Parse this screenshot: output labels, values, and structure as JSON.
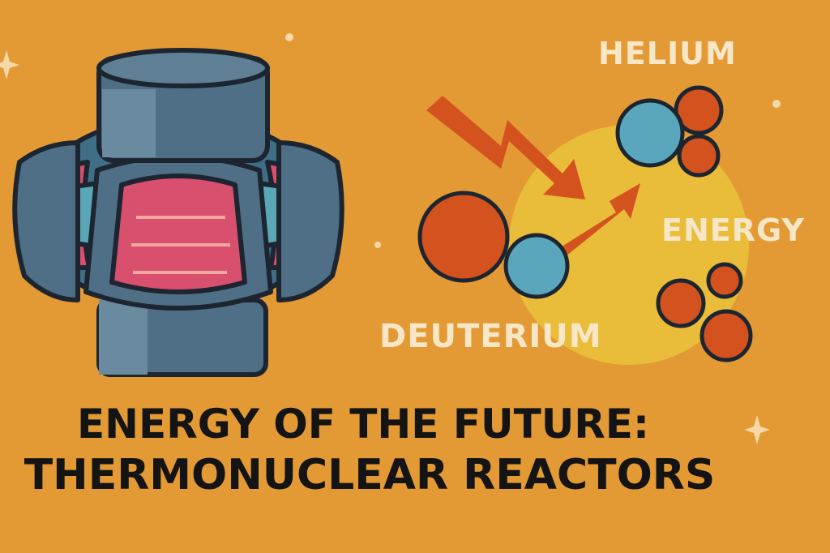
{
  "labels": {
    "helium": "HELIUM",
    "energy": "ENERGY",
    "deuterium": "DEUTERIUM"
  },
  "title": {
    "line1": "ENERGY OF THE FUTURE:",
    "line2": "THERMONUCLEAR REACTORS"
  },
  "colors": {
    "background": "#e39a35",
    "reactor_steel": "#4f6f86",
    "reactor_blue": "#5aa7b8",
    "reactor_pink": "#d94f6e",
    "particle_red": "#d4521e",
    "particle_blue": "#5aa7bd",
    "glow_yellow": "#e9bd3a",
    "label_cream": "#f7e7c6",
    "title_dark": "#141414"
  }
}
